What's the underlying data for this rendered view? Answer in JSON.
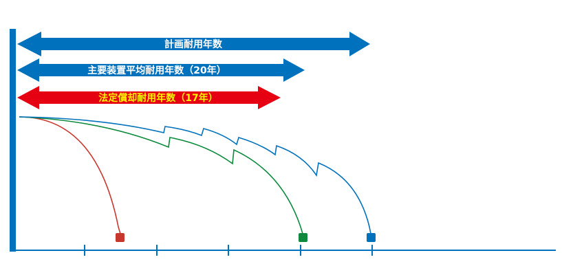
{
  "arrows": [
    {
      "label": "計画耐用年数",
      "color": "#0071bc",
      "text_color": "#ffffff"
    },
    {
      "label": "主要装置平均耐用年数（20年）",
      "color": "#0071bc",
      "text_color": "#ffffff"
    },
    {
      "label": "法定償却耐用年数（17年）",
      "color": "#e50012",
      "text_color": "#fff200"
    }
  ],
  "curves": [
    {
      "name": "statutory",
      "color": "#c8372d"
    },
    {
      "name": "average",
      "color": "#0d8a3d"
    },
    {
      "name": "planned",
      "color": "#0071bc"
    }
  ],
  "axis_color": "#0071bc"
}
